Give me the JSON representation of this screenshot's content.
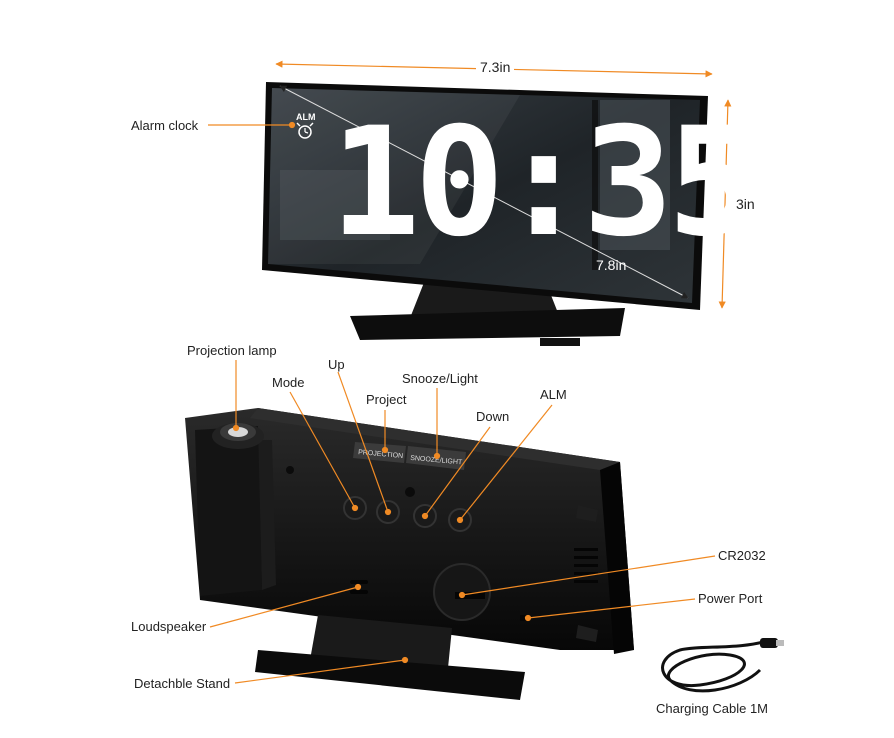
{
  "dimensions": {
    "width": "7.3in",
    "height": "3in",
    "diagonal": "7.8in"
  },
  "display": {
    "time": "10:35",
    "alarm_indicator": "ALM"
  },
  "front_labels": {
    "alarm_clock": "Alarm clock"
  },
  "back_labels": {
    "projection_lamp": "Projection lamp",
    "mode": "Mode",
    "up": "Up",
    "project": "Project",
    "snooze_light": "Snooze/Light",
    "down": "Down",
    "alm": "ALM",
    "cr2032": "CR2032",
    "power_port": "Power Port",
    "loudspeaker": "Loudspeaker",
    "detachable_stand": "Detachble Stand",
    "charging_cable": "Charging Cable 1M"
  },
  "device_buttons": {
    "projection_key": "PROJECTION",
    "snooze_key": "SNOOZE/LIGHT"
  },
  "colors": {
    "accent": "#f08a24",
    "device_body": "#111111",
    "screen": "#1c1f22",
    "digits": "#ffffff"
  }
}
